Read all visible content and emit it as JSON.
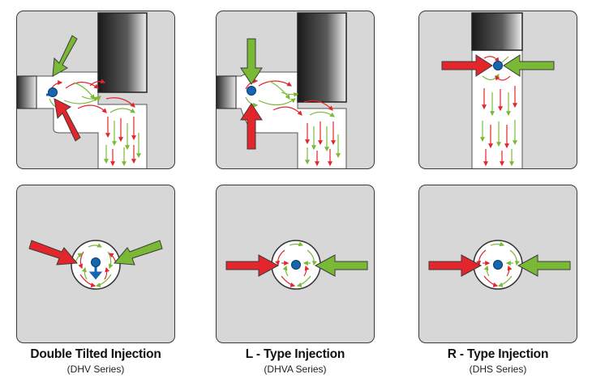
{
  "types": [
    {
      "title": "Double Tilted Injection",
      "series": "(DHV Series)"
    },
    {
      "title": "L - Type Injection",
      "series": "(DHVA Series)"
    },
    {
      "title": "R - Type Injection",
      "series": "(DHS Series)"
    }
  ],
  "colors": {
    "panel_bg": "#d7d7d7",
    "panel_border": "#3a3a3a",
    "channel": "#ffffff",
    "red_arrow": "#e3262b",
    "green_arrow": "#7ab936",
    "nozzle_blue": "#1565b0"
  },
  "icons": [
    "red-injection-arrow",
    "green-injection-arrow",
    "blue-nozzle-point",
    "flow-swirl-arrows",
    "dark-gradient-block"
  ]
}
